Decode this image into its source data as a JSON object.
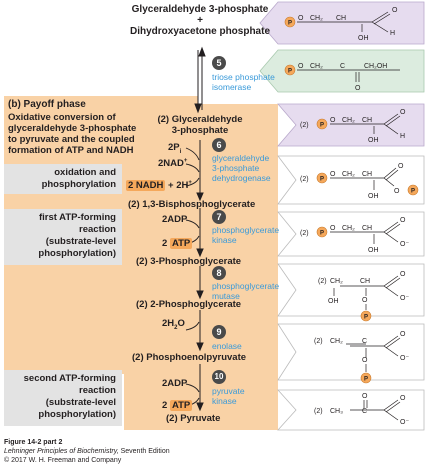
{
  "top": {
    "g3p": "Glyceraldehyde 3-phosphate",
    "plus": "+",
    "dhap": "Dihydroxyacetone phosphate"
  },
  "step5": {
    "num": "5",
    "enzyme_line1": "triose phosphate",
    "enzyme_line2": "isomerase"
  },
  "payoff": {
    "title": "(b) Payoff phase",
    "desc_line1": "Oxidative conversion of",
    "desc_line2": "glyceraldehyde 3-phosphate",
    "desc_line3": "to pyruvate and the coupled",
    "desc_line4": "formation of ATP and NADH"
  },
  "side_labels": {
    "ox_line1": "oxidation and",
    "ox_line2": "phosphorylation",
    "first_line1": "first ATP-forming",
    "first_line2": "reaction",
    "first_line3": "(substrate-level",
    "first_line4": "phosphorylation)",
    "second_line1": "second ATP-forming",
    "second_line2": "reaction",
    "second_line3": "(substrate-level",
    "second_line4": "phosphorylation)"
  },
  "pathway": {
    "g3p_line1": "(2) Glyceraldehyde",
    "g3p_line2": "3-phosphate",
    "pi": "2P",
    "pi_sub": "i",
    "nad": "2NAD",
    "nad_sup": "+",
    "nadh": "2 NADH",
    "nadh_rest": "+ 2H",
    "nadh_sup": "+",
    "bpg": "(2) 1,3-Bisphosphoglycerate",
    "adp1": "2ADP",
    "atp1_pre": "2",
    "atp1": "ATP",
    "pg3": "(2) 3-Phosphoglycerate",
    "pg2": "(2) 2-Phosphoglycerate",
    "h2o": "2H",
    "h2o_sub": "2",
    "h2o_end": "O",
    "pep": "(2) Phosphoenolpyruvate",
    "adp2": "2ADP",
    "atp2_pre": "2",
    "atp2": "ATP",
    "pyruvate": "(2) Pyruvate"
  },
  "enzymes": {
    "s6": {
      "num": "6",
      "l1": "glyceraldehyde",
      "l2": "3-phosphate",
      "l3": "dehydrogenase"
    },
    "s7": {
      "num": "7",
      "l1": "phosphoglycerate",
      "l2": "kinase"
    },
    "s8": {
      "num": "8",
      "l1": "phosphoglycerate",
      "l2": "mutase"
    },
    "s9": {
      "num": "9",
      "l1": "enolase"
    },
    "s10": {
      "num": "10",
      "l1": "pyruvate",
      "l2": "kinase"
    }
  },
  "caption": {
    "title": "Figure 14-2 part 2",
    "book": "Lehninger Principles of Biochemistry,",
    "edition": " Seventh Edition",
    "copyright": "© 2017 W. H. Freeman and Company"
  },
  "colors": {
    "payoff": "#f9d2a6",
    "purple": "#e6dcef",
    "green": "#dcecdf",
    "gray": "#e3e3e3",
    "phosphate": "#f5a85b",
    "enzyme_blue": "#3a9ad9"
  }
}
